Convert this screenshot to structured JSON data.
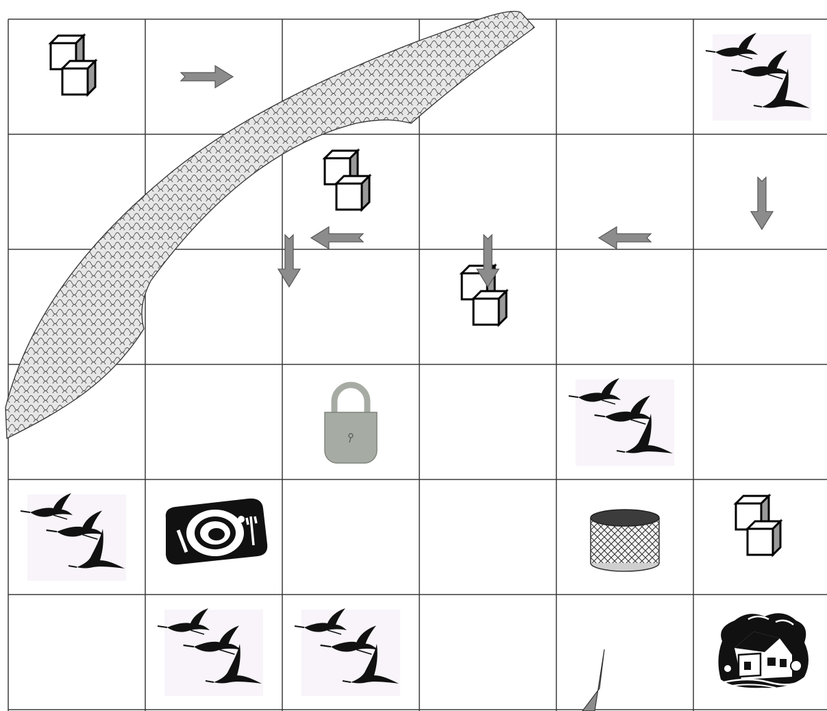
{
  "board": {
    "rows": 6,
    "cols": 6,
    "background": "#ffffff",
    "grid_color": "#3a3a3a",
    "arrow_color": "#8c8c8c",
    "lock_color": "#a6aba4"
  },
  "pieces": [
    {
      "icon": "cubes-icon",
      "row": 0,
      "col": 0
    },
    {
      "icon": "cranes-icon",
      "row": 0,
      "col": 5
    },
    {
      "icon": "cubes-icon",
      "row": 1,
      "col": 2
    },
    {
      "icon": "cubes-icon",
      "row": 2,
      "col": 3
    },
    {
      "icon": "padlock-icon",
      "row": 3,
      "col": 2
    },
    {
      "icon": "cranes-icon",
      "row": 3,
      "col": 4
    },
    {
      "icon": "cranes-icon",
      "row": 4,
      "col": 0
    },
    {
      "icon": "place-setting-icon",
      "row": 4,
      "col": 1
    },
    {
      "icon": "well-icon",
      "row": 4,
      "col": 4
    },
    {
      "icon": "cubes-icon",
      "row": 4,
      "col": 5
    },
    {
      "icon": "cranes-icon",
      "row": 5,
      "col": 1
    },
    {
      "icon": "cranes-icon",
      "row": 5,
      "col": 2
    },
    {
      "icon": "house-icon",
      "row": 5,
      "col": 5
    }
  ],
  "arrows": [
    {
      "icon": "arrow-right-icon",
      "direction": "right",
      "row": 0,
      "col": 0.95
    },
    {
      "icon": "arrow-down-icon",
      "direction": "down",
      "row": 1.1,
      "col": 5
    },
    {
      "icon": "arrow-left-icon",
      "direction": "left",
      "row": 1.4,
      "col": 4
    },
    {
      "icon": "arrow-left-icon",
      "direction": "left",
      "row": 1.4,
      "col": 1.9
    },
    {
      "icon": "arrow-down-icon",
      "direction": "down",
      "row": 1.6,
      "col": 1.55
    },
    {
      "icon": "arrow-down-icon",
      "direction": "down",
      "row": 1.6,
      "col": 3
    }
  ]
}
